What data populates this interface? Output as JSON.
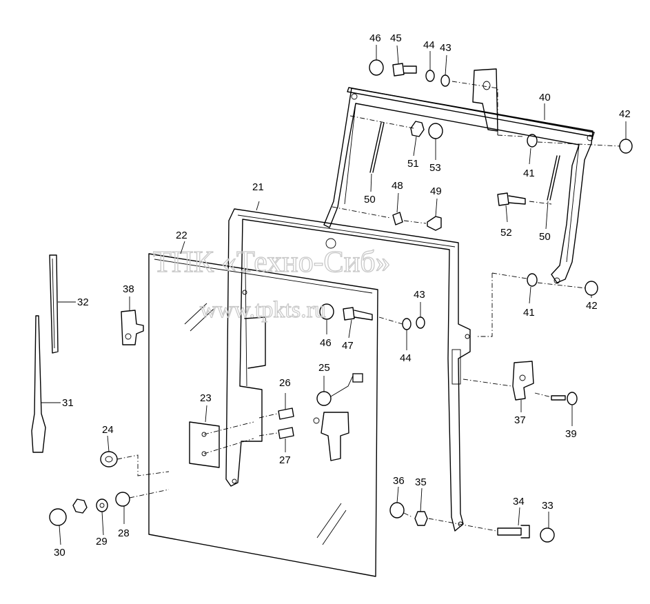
{
  "watermark": {
    "line1": "ТПК «Техно-Сиб»",
    "line2": "www.tpkts.ru"
  },
  "callouts": {
    "p21": "21",
    "p22": "22",
    "p23": "23",
    "p24": "24",
    "p25": "25",
    "p26": "26",
    "p27": "27",
    "p28": "28",
    "p29": "29",
    "p30": "30",
    "p31": "31",
    "p32": "32",
    "p33": "33",
    "p34": "34",
    "p35": "35",
    "p36": "36",
    "p37": "37",
    "p38": "38",
    "p39": "39",
    "p40": "40",
    "p41a": "41",
    "p41b": "41",
    "p42a": "42",
    "p42b": "42",
    "p43a": "43",
    "p43b": "43",
    "p44a": "44",
    "p44b": "44",
    "p45": "45",
    "p46a": "46",
    "p46b": "46",
    "p47": "47",
    "p48": "48",
    "p49": "49",
    "p50a": "50",
    "p50b": "50",
    "p51": "51",
    "p52": "52",
    "p53": "53"
  }
}
